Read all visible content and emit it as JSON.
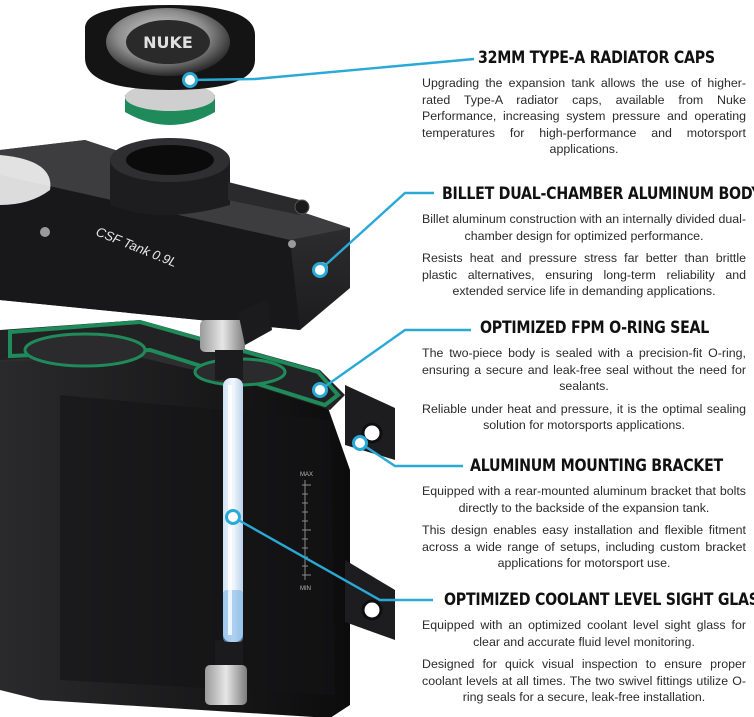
{
  "colors": {
    "accent": "#29a9d6",
    "body": "#1b1b1c",
    "oring": "#1f8a5a"
  },
  "product": {
    "brand_label": "CSF Tank 0.9L",
    "cap_label": "NUKE",
    "sight_max": "MAX",
    "sight_min": "MIN"
  },
  "features": [
    {
      "title": "32MM TYPE-A RADIATOR CAPS",
      "paragraphs": [
        "Upgrading the expansion tank allows the use of higher-rated Type-A radiator caps, available from Nuke Performance, increasing system pressure and operating temperatures for high-performance and motorsport applications."
      ]
    },
    {
      "title": "BILLET DUAL-CHAMBER ALUMINUM BODY",
      "paragraphs": [
        "Billet aluminum construction with an internally divided dual-chamber design for optimized performance.",
        "Resists heat and pressure stress far better than brittle plastic alternatives, ensuring long-term reliability and extended service life in demanding applications."
      ]
    },
    {
      "title": "OPTIMIZED FPM O-RING SEAL",
      "paragraphs": [
        "The two-piece body is sealed with a precision-fit O-ring, ensuring a secure and leak-free seal without the need for sealants.",
        "Reliable under heat and pressure, it is the optimal sealing solution for motorsports applications."
      ]
    },
    {
      "title": "ALUMINUM MOUNTING BRACKET",
      "paragraphs": [
        "Equipped with a rear-mounted aluminum bracket that bolts directly to the backside of the expansion tank.",
        "This design enables easy installation and flexible fitment across a wide range of setups, including custom bracket applications for motorsport use."
      ]
    },
    {
      "title": "OPTIMIZED COOLANT LEVEL SIGHT GLASS",
      "paragraphs": [
        "Equipped with an optimized coolant level sight glass for clear and accurate fluid level monitoring.",
        "Designed for quick visual inspection to ensure proper coolant levels at all times. The two swivel fittings utilize O-ring seals for a secure, leak-free installation."
      ]
    }
  ]
}
